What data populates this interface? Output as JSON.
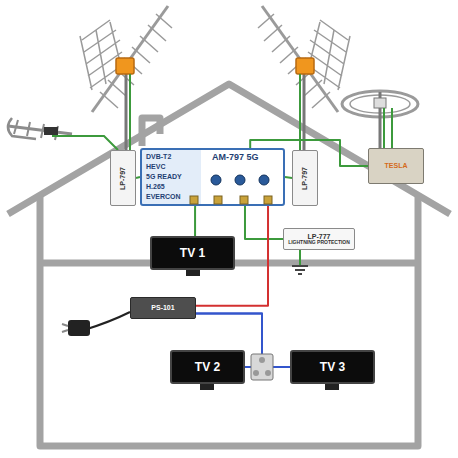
{
  "diagram": {
    "nodes": [
      {
        "text": [
          "LP-797"
        ]
      },
      {
        "text": [
          "DVB-T2",
          "HEVC",
          "5G READY",
          "H.265",
          "EVERCON",
          "AM-797 5G"
        ]
      },
      {
        "text": [
          "LP-797"
        ]
      },
      {
        "text": [
          "TESLA"
        ]
      },
      {
        "text": [
          "TV 1"
        ]
      },
      {
        "text": [
          "LP-777",
          "LIGHTNING PROTECTION"
        ]
      },
      {
        "text": [
          "PS-101"
        ]
      },
      {
        "text": [
          "TV 2"
        ]
      },
      {
        "text": [
          "TV 3"
        ]
      }
    ],
    "edges": [
      {
        "from": 0,
        "to": 1,
        "arrow": "none"
      },
      {
        "from": 2,
        "to": 1,
        "arrow": "none"
      },
      {
        "from": 3,
        "to": 1,
        "arrow": "none"
      },
      {
        "from": 1,
        "to": 4,
        "arrow": "none"
      },
      {
        "from": 1,
        "to": 5,
        "arrow": "none"
      },
      {
        "from": 6,
        "to": 1,
        "arrow": "none"
      },
      {
        "from": 6,
        "to": 7,
        "arrow": "none"
      },
      {
        "from": 6,
        "to": 8,
        "arrow": "none"
      }
    ]
  }
}
